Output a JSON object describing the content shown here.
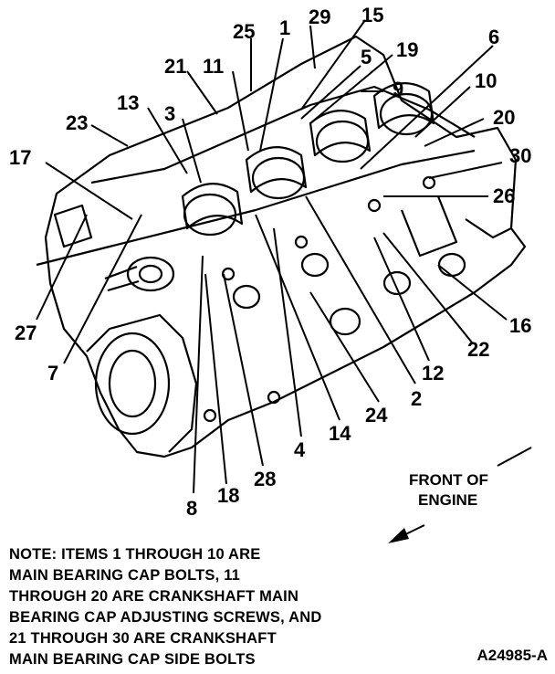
{
  "callouts": {
    "c1": "1",
    "c2": "2",
    "c3": "3",
    "c4": "4",
    "c5": "5",
    "c6": "6",
    "c7": "7",
    "c8": "8",
    "c9": "9",
    "c10": "10",
    "c11": "11",
    "c12": "12",
    "c13": "13",
    "c14": "14",
    "c15": "15",
    "c16": "16",
    "c17": "17",
    "c18": "18",
    "c19": "19",
    "c20": "20",
    "c21": "21",
    "c22": "22",
    "c23": "23",
    "c24": "24",
    "c25": "25",
    "c26": "26",
    "c27": "27",
    "c28": "28",
    "c29": "29",
    "c30": "30"
  },
  "front": {
    "line1": "FRONT OF",
    "line2": "ENGINE"
  },
  "note": {
    "line1": "NOTE: ITEMS 1 THROUGH 10 ARE",
    "line2": "MAIN BEARING CAP BOLTS, 11",
    "line3": "THROUGH 20 ARE CRANKSHAFT MAIN",
    "line4": "BEARING CAP ADJUSTING SCREWS, AND",
    "line5": "21 THROUGH 30 ARE CRANKSHAFT",
    "line6": "MAIN BEARING CAP SIDE BOLTS"
  },
  "figure_id": "A24985-A"
}
